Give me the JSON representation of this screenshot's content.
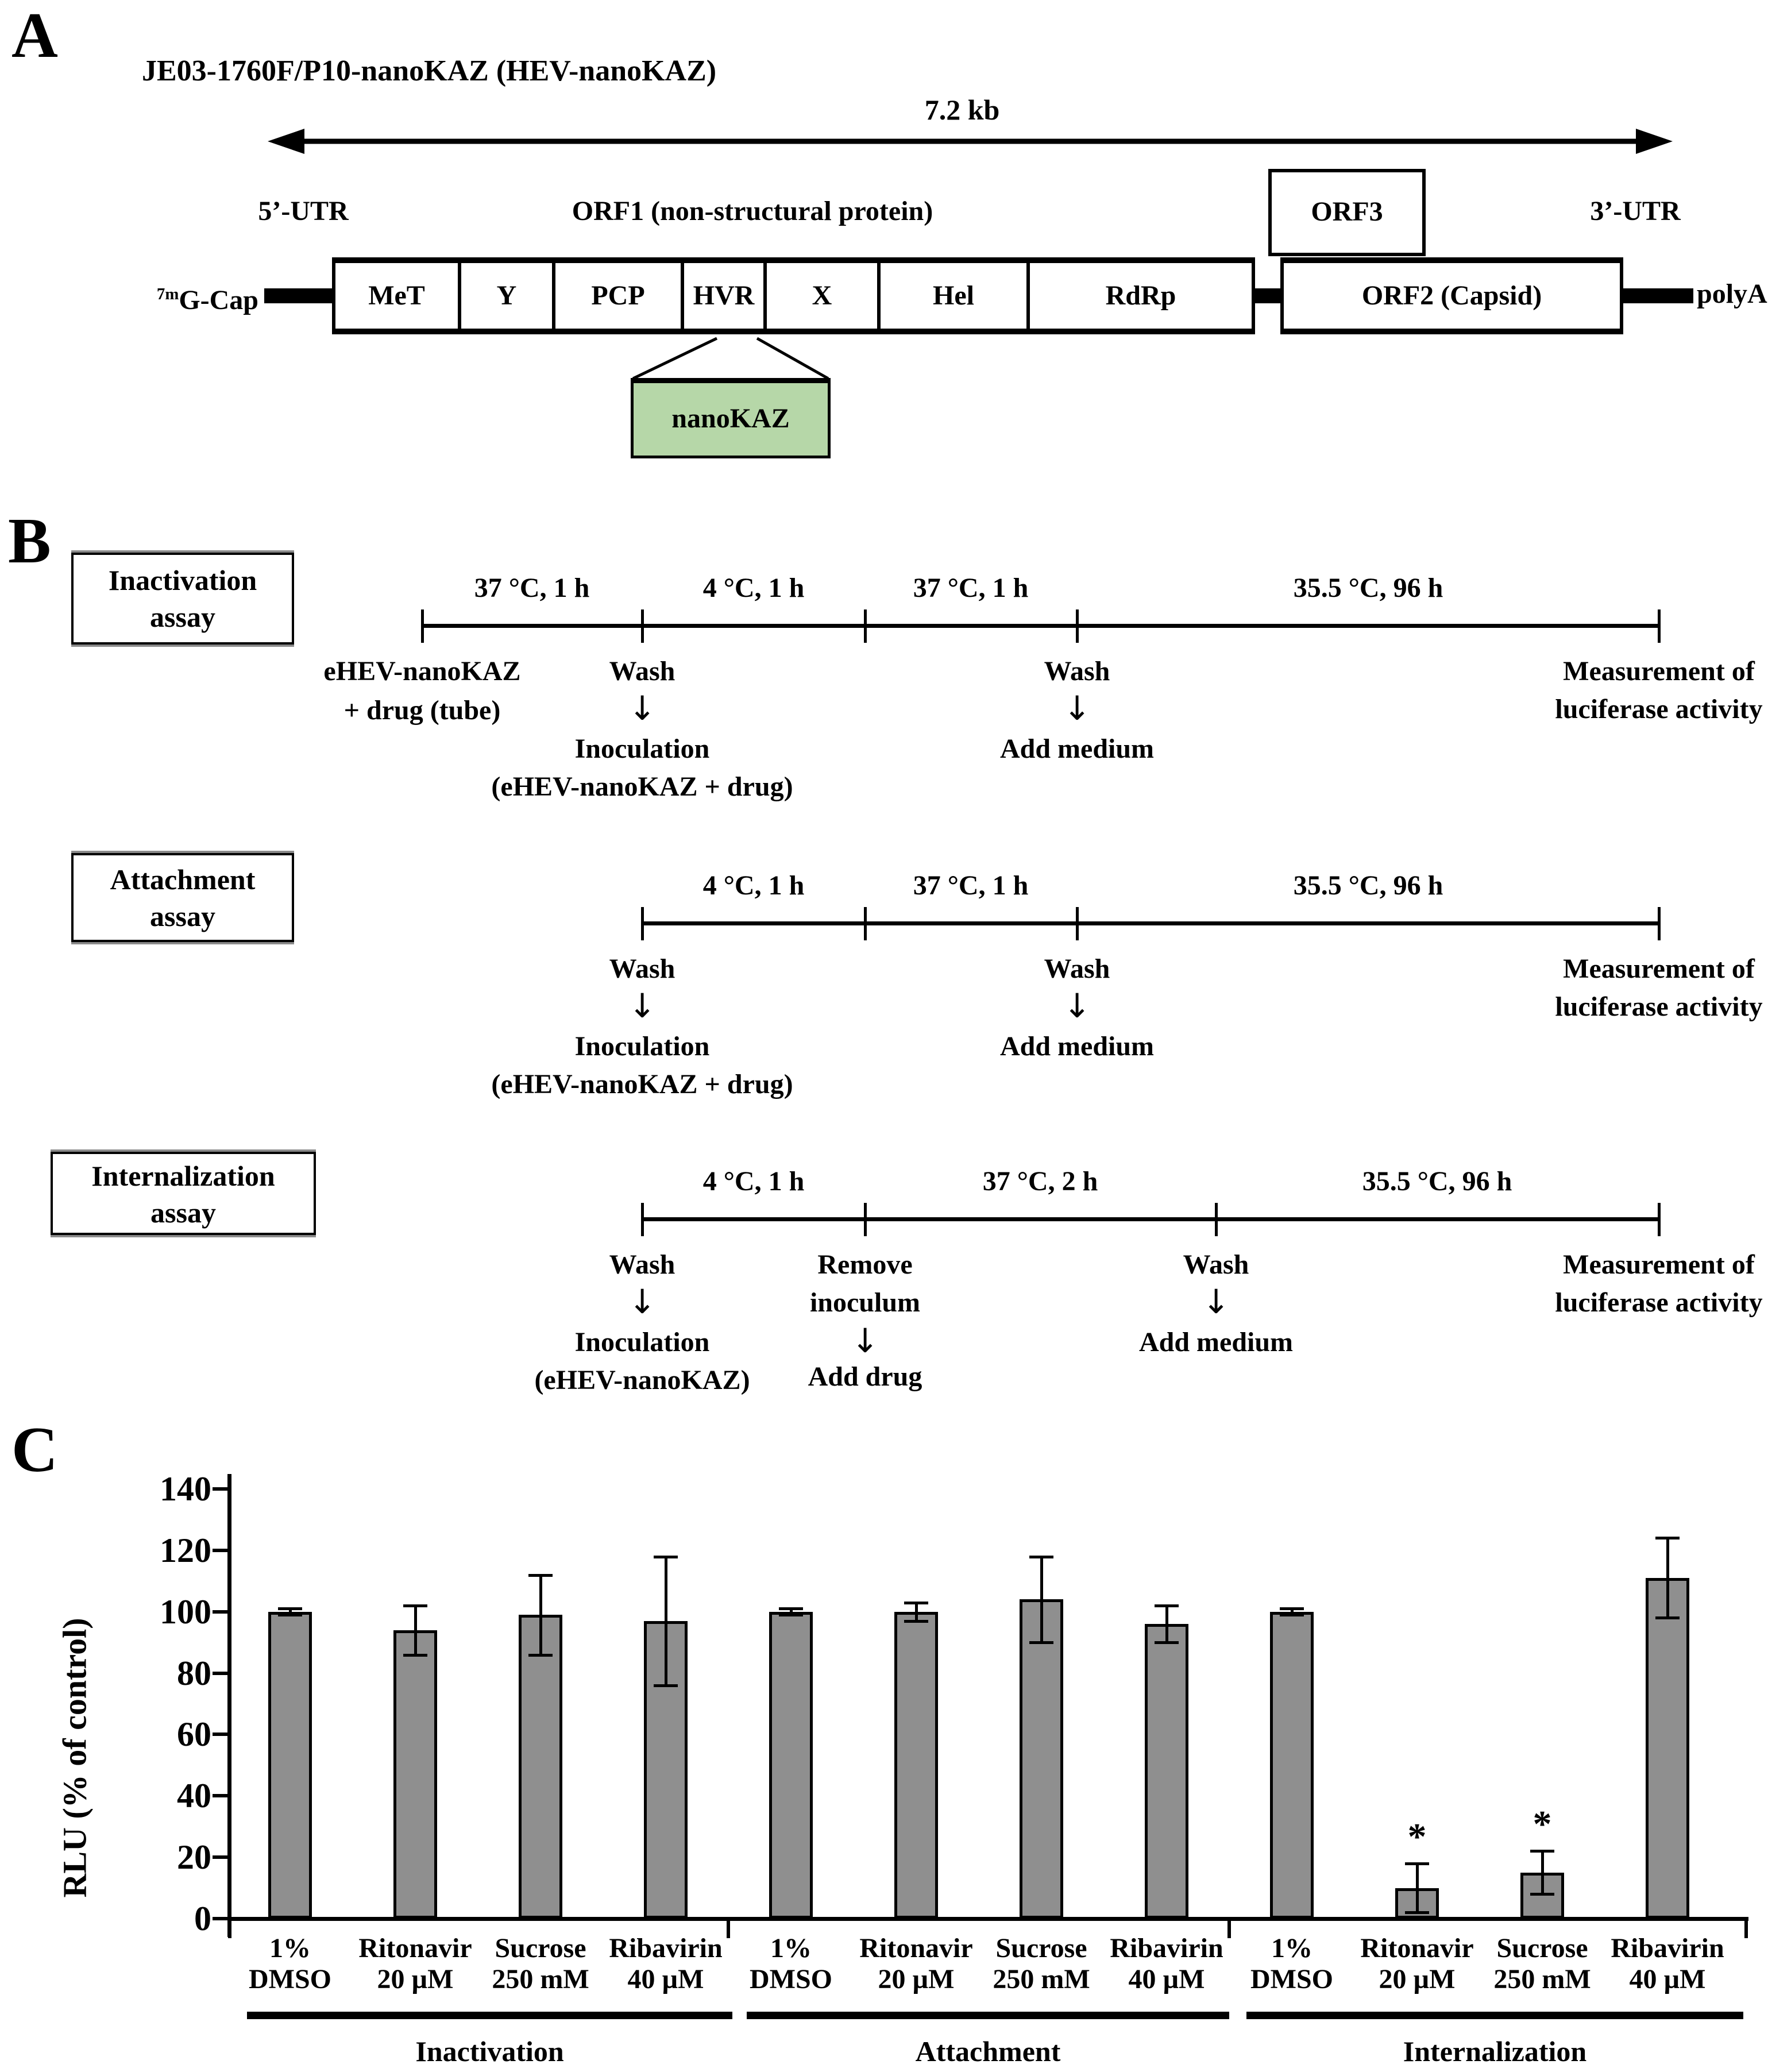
{
  "icons": {
    "arrow_down": "↓",
    "double_arrow": "double-headed-arrow"
  },
  "panelA": {
    "label": "A",
    "title": "JE03-1760F/P10-nanoKAZ (HEV-nanoKAZ)",
    "scale_label": "7.2 kb",
    "utr5_label": "5’-UTR",
    "orf1_label": "ORF1 (non-structural protein)",
    "orf3_label": "ORF3",
    "utr3_label": "3’-UTR",
    "cap_sup": "7m",
    "cap_main": "G-Cap",
    "domains": [
      "MeT",
      "Y",
      "PCP",
      "HVR",
      "X",
      "Hel",
      "RdRp"
    ],
    "orf2_label": "ORF2 (Capsid)",
    "polya_label": "polyA",
    "insert_label": "nanoKAZ",
    "insert_color": "#b6d7a8"
  },
  "panelB": {
    "label": "B",
    "assays": [
      {
        "box_line1": "Inactivation",
        "box_line2": "assay",
        "seg1": "37 °C, 1 h",
        "seg2": "4 °C, 1 h",
        "seg3": "37 °C, 1 h",
        "seg4": "35.5 °C, 96 h",
        "ev_start_l1": "eHEV-nanoKAZ",
        "ev_start_l2": "+ drug (tube)",
        "ev_wash1": "Wash",
        "ev_inoc_l1": "Inoculation",
        "ev_inoc_l2": "(eHEV-nanoKAZ + drug)",
        "ev_wash2": "Wash",
        "ev_medium": "Add medium",
        "ev_meas_l1": "Measurement of",
        "ev_meas_l2": "luciferase activity"
      },
      {
        "box_line1": "Attachment",
        "box_line2": "assay",
        "seg1": "4 °C, 1 h",
        "seg2": "37 °C, 1 h",
        "seg3": "35.5 °C, 96 h",
        "ev_wash1": "Wash",
        "ev_inoc_l1": "Inoculation",
        "ev_inoc_l2": "(eHEV-nanoKAZ + drug)",
        "ev_wash2": "Wash",
        "ev_medium": "Add medium",
        "ev_meas_l1": "Measurement of",
        "ev_meas_l2": "luciferase activity"
      },
      {
        "box_line1": "Internalization",
        "box_line2": "assay",
        "seg1": "4 °C, 1 h",
        "seg2": "37 °C, 2 h",
        "seg3": "35.5 °C, 96 h",
        "ev_wash1": "Wash",
        "ev_inoc_l1": "Inoculation",
        "ev_inoc_l2": "(eHEV-nanoKAZ)",
        "ev_remove_l1": "Remove",
        "ev_remove_l2": "inoculum",
        "ev_drug": "Add drug",
        "ev_wash2": "Wash",
        "ev_medium": "Add medium",
        "ev_meas_l1": "Measurement of",
        "ev_meas_l2": "luciferase activity"
      }
    ]
  },
  "panelC": {
    "label": "C"
  },
  "chart_data": {
    "type": "bar",
    "title": "",
    "xlabel": "",
    "ylabel": "RLU (% of control)",
    "ylim": [
      0,
      140
    ],
    "yticks": [
      0,
      20,
      40,
      60,
      80,
      100,
      120,
      140
    ],
    "grid": false,
    "legend": "none",
    "bar_color": "#8f8f8f",
    "groups": [
      {
        "name": "Inactivation",
        "bars": [
          {
            "label_line1": "1%",
            "label_line2": "DMSO",
            "value": 100,
            "error": 1,
            "sig": ""
          },
          {
            "label_line1": "Ritonavir",
            "label_line2": "20 µM",
            "value": 94,
            "error": 8,
            "sig": ""
          },
          {
            "label_line1": "Sucrose",
            "label_line2": "250 mM",
            "value": 99,
            "error": 13,
            "sig": ""
          },
          {
            "label_line1": "Ribavirin",
            "label_line2": "40 µM",
            "value": 97,
            "error": 21,
            "sig": ""
          }
        ]
      },
      {
        "name": "Attachment",
        "bars": [
          {
            "label_line1": "1%",
            "label_line2": "DMSO",
            "value": 100,
            "error": 1,
            "sig": ""
          },
          {
            "label_line1": "Ritonavir",
            "label_line2": "20 µM",
            "value": 100,
            "error": 3,
            "sig": ""
          },
          {
            "label_line1": "Sucrose",
            "label_line2": "250 mM",
            "value": 104,
            "error": 14,
            "sig": ""
          },
          {
            "label_line1": "Ribavirin",
            "label_line2": "40 µM",
            "value": 96,
            "error": 6,
            "sig": ""
          }
        ]
      },
      {
        "name": "Internalization",
        "bars": [
          {
            "label_line1": "1%",
            "label_line2": "DMSO",
            "value": 100,
            "error": 1,
            "sig": ""
          },
          {
            "label_line1": "Ritonavir",
            "label_line2": "20 µM",
            "value": 10,
            "error": 8,
            "sig": "*"
          },
          {
            "label_line1": "Sucrose",
            "label_line2": "250 mM",
            "value": 15,
            "error": 7,
            "sig": "*"
          },
          {
            "label_line1": "Ribavirin",
            "label_line2": "40 µM",
            "value": 111,
            "error": 13,
            "sig": ""
          }
        ]
      }
    ]
  }
}
